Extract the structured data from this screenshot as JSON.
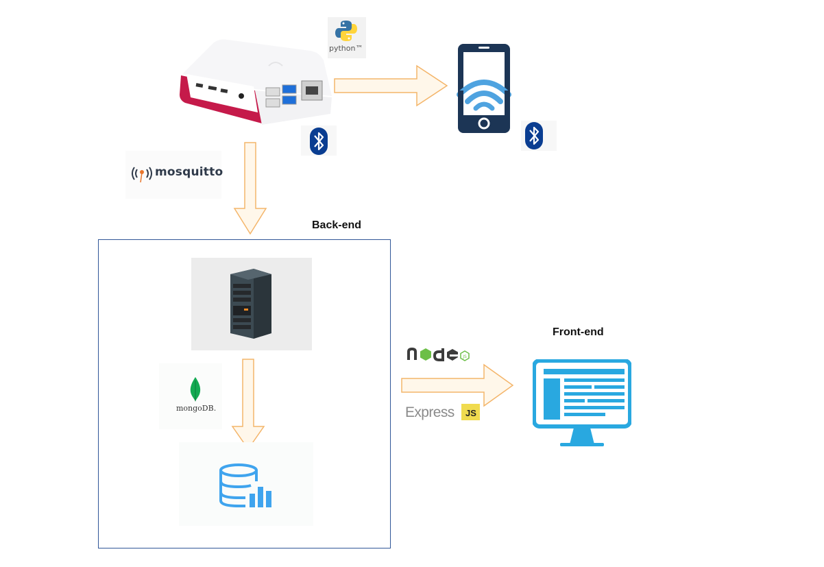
{
  "headings": {
    "backend": "Back-end",
    "frontend": "Front-end"
  },
  "logos": {
    "mosquitto": "mosquitto",
    "python": "python™",
    "mongodb": "mongoDB.",
    "nodejs": "node js",
    "express": "Express",
    "express_js": "JS"
  },
  "icons": [
    "raspberry-pi-icon",
    "python-logo-icon",
    "smartphone-wifi-icon",
    "bluetooth-icon",
    "mosquitto-logo-icon",
    "server-rack-icon",
    "mongodb-leaf-icon",
    "database-chart-icon",
    "nodejs-logo-icon",
    "monitor-website-icon"
  ],
  "colors": {
    "arrow_fill": "#fff7ea",
    "arrow_stroke": "#f4b56a",
    "box_border": "#2f5597",
    "phone_dark": "#1c3555",
    "wifi_blue": "#4fa3e0",
    "bluetooth_blue": "#0a3d91",
    "monitor_blue": "#29a8e0",
    "db_blue": "#3fa4ee",
    "mongo_green": "#13aa52",
    "pi_red": "#c51a4a"
  }
}
